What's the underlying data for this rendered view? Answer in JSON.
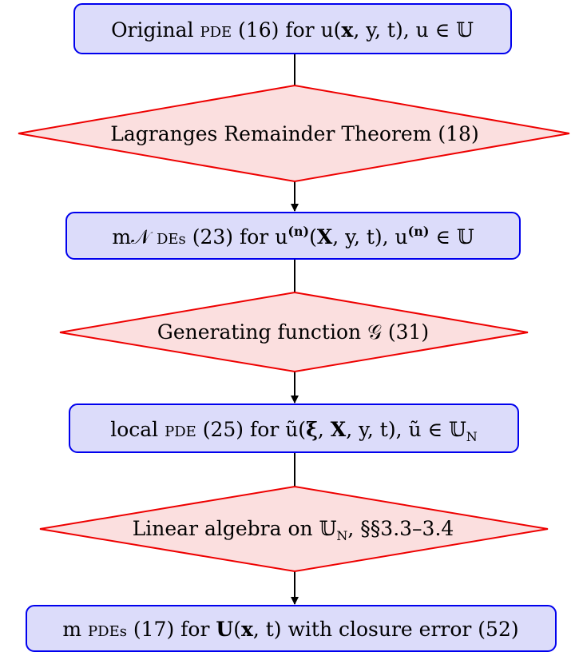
{
  "steps": {
    "step1": {
      "t1": "Original ",
      "t2": "PDE",
      "t3": " (16) for ",
      "t4": "u(",
      "t5": "x",
      "t6": ", y, t), u ∈ 𝕌"
    },
    "step2": {
      "text": "Lagranges Remainder Theorem (18)"
    },
    "step3": {
      "t1": "m𝒩 ",
      "t2": "DEs",
      "t3": " (23) for ",
      "t4": "u",
      "t5": "(n)",
      "t6": "(",
      "t7": "X",
      "t8": ", y, t), u",
      "t9": "(n)",
      "t10": " ∈ 𝕌"
    },
    "step4": {
      "text": "Generating function 𝒢 (31)"
    },
    "step5": {
      "t1": "local ",
      "t2": "PDE",
      "t3": " (25) for ũ(",
      "t4": "ξ",
      "t5": ", ",
      "t6": "X",
      "t7": ", y, t), ũ ∈ 𝕌",
      "t8": "N"
    },
    "step6": {
      "t1": "Linear algebra on 𝕌",
      "t2": "N",
      "t3": ", §§3.3–3.4"
    },
    "step7": {
      "t1": "m ",
      "t2": "PDEs",
      "t3": " (17) for ",
      "t4": "U",
      "t5": "(",
      "t6": "x",
      "t7": ", t) with closure error (52)"
    }
  },
  "colors": {
    "box_fill": "#dcdcfa",
    "box_stroke": "#0000ee",
    "diamond_fill": "#fbdfdf",
    "diamond_stroke": "#ee0000",
    "connector": "#000000"
  }
}
